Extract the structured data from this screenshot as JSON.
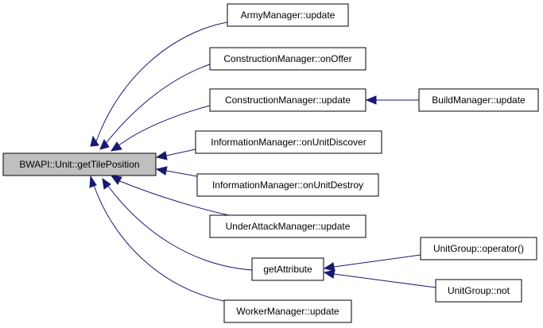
{
  "colors": {
    "edge": "#191970",
    "focus_fill": "#bfbfbf",
    "node_fill": "#ffffff",
    "border": "#000000"
  },
  "nodes": {
    "root": "BWAPI::Unit::getTilePosition",
    "army_update": "ArmyManager::update",
    "construction_onoffer": "ConstructionManager::onOffer",
    "construction_update": "ConstructionManager::update",
    "build_update": "BuildManager::update",
    "info_discover": "InformationManager::onUnitDiscover",
    "info_destroy": "InformationManager::onUnitDestroy",
    "underattack_update": "UnderAttackManager::update",
    "get_attribute": "getAttribute",
    "unitgroup_operator": "UnitGroup::operator()",
    "unitgroup_not": "UnitGroup::not",
    "worker_update": "WorkerManager::update"
  },
  "edges": [
    {
      "from": "army_update",
      "to": "root"
    },
    {
      "from": "construction_onoffer",
      "to": "root"
    },
    {
      "from": "construction_update",
      "to": "root"
    },
    {
      "from": "build_update",
      "to": "construction_update"
    },
    {
      "from": "info_discover",
      "to": "root"
    },
    {
      "from": "info_destroy",
      "to": "root"
    },
    {
      "from": "underattack_update",
      "to": "root"
    },
    {
      "from": "get_attribute",
      "to": "root"
    },
    {
      "from": "unitgroup_operator",
      "to": "get_attribute"
    },
    {
      "from": "unitgroup_not",
      "to": "get_attribute"
    },
    {
      "from": "worker_update",
      "to": "root"
    }
  ]
}
